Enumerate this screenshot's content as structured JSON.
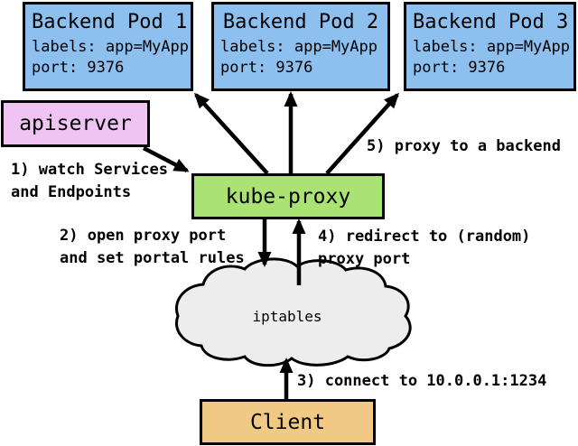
{
  "nodes": {
    "pods": [
      {
        "title": "Backend Pod 1",
        "labels": "labels: app=MyApp",
        "port": "port: 9376"
      },
      {
        "title": "Backend Pod 2",
        "labels": "labels: app=MyApp",
        "port": "port: 9376"
      },
      {
        "title": "Backend Pod 3",
        "labels": "labels: app=MyApp",
        "port": "port: 9376"
      }
    ],
    "apiserver": {
      "label": "apiserver"
    },
    "kube_proxy": {
      "label": "kube-proxy"
    },
    "iptables": {
      "label": "iptables"
    },
    "client": {
      "label": "Client"
    }
  },
  "steps": [
    {
      "lines": [
        "1) watch Services",
        "and Endpoints"
      ]
    },
    {
      "lines": [
        "2) open proxy port",
        "and set portal rules"
      ]
    },
    {
      "lines": [
        "3) connect to 10.0.0.1:1234"
      ]
    },
    {
      "lines": [
        "4) redirect to (random)",
        "proxy port"
      ]
    },
    {
      "lines": [
        "5) proxy to a backend"
      ]
    }
  ],
  "colors": {
    "pod_fill": "#8DC0EF",
    "apiserver_fill": "#EFC3F2",
    "kube_proxy_fill": "#AAE273",
    "iptables_fill": "#EDEDED",
    "client_fill": "#F0CA85",
    "ink": "#000000"
  }
}
